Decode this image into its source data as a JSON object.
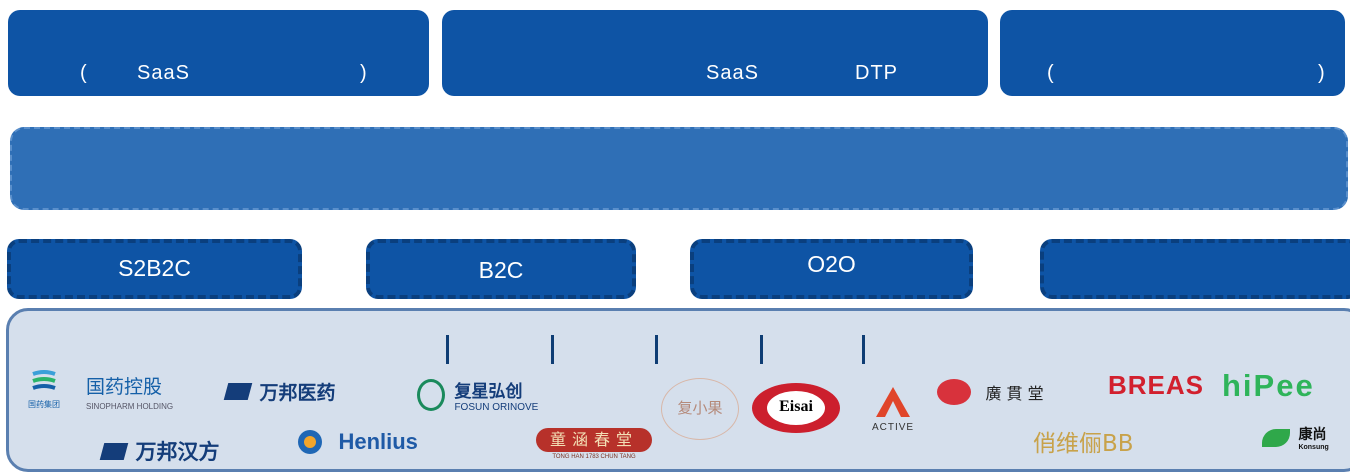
{
  "top_row": {
    "box1": {
      "left_paren": "(",
      "text": "SaaS",
      "right_paren": ")"
    },
    "box2": {
      "text1": "SaaS",
      "text2": "DTP"
    },
    "box3": {
      "left_paren": "(",
      "right_paren": ")"
    }
  },
  "channels": [
    "S2B2C",
    "B2C",
    "O2O",
    ""
  ],
  "separators": [
    "|",
    "|",
    "|",
    "|",
    "|"
  ],
  "logos": {
    "sinopharm_cn": "国药控股",
    "sinopharm_en": "SINOPHARM HOLDING",
    "sinopharm_group": "国药集团",
    "wanbang_pharma": "万邦医药",
    "fosun_cn": "复星弘创",
    "fosun_en": "FOSUN ORINOVE",
    "fuxiaoguo": "复小果",
    "eisai": "Eisai",
    "active": "ACTIVE",
    "guangguantang": "廣 貫 堂",
    "breas": "BREAS",
    "hipee": "hiPee",
    "wanbang_hanfang": "万邦汉方",
    "henlius": "Henlius",
    "tonghan_cn": "童涵春堂",
    "tonghan_en": "TONG HAN 1783 CHUN TANG",
    "qiaoweili": "俏维俪BB",
    "konsung_cn": "康尚",
    "konsung_en": "Konsung"
  },
  "colors": {
    "box_blue": "#0e54a5",
    "bar_blue": "#2f6fb6",
    "panel_bg": "#d5dfec",
    "breas_red": "#d2202e",
    "hipee_green": "#2fb45a",
    "qiaoweili_gold": "#c8a24a"
  }
}
